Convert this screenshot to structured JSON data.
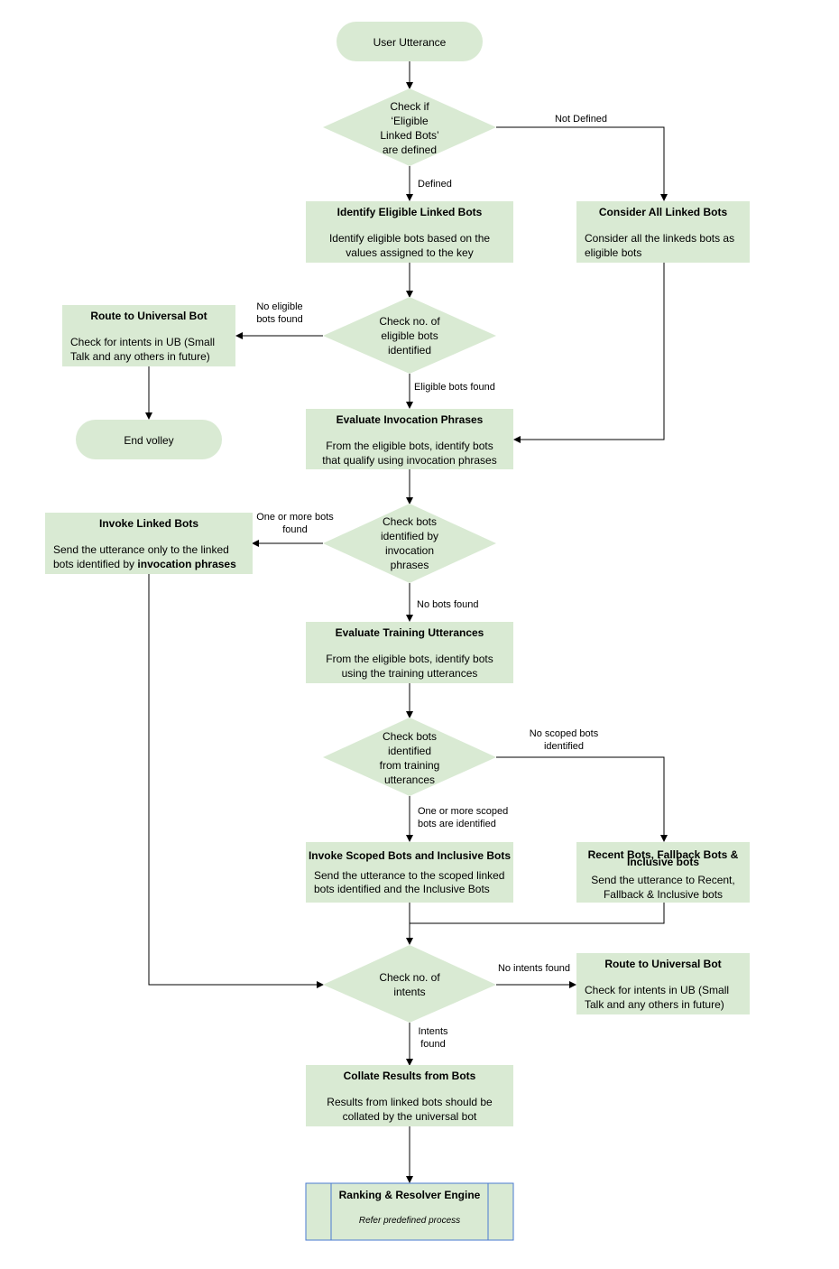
{
  "nodes": {
    "start": {
      "text": "User Utterance"
    },
    "check_defined": {
      "lines": [
        "Check if",
        "‘Eligible",
        "Linked Bots’",
        "are defined"
      ]
    },
    "identify_eligible": {
      "title": "Identify Eligible Linked Bots",
      "desc": [
        "Identify eligible bots based on the",
        "values assigned to the key"
      ]
    },
    "consider_all": {
      "title": "Consider All Linked Bots",
      "desc": [
        "Consider all the linkeds bots as",
        "eligible bots"
      ]
    },
    "check_count": {
      "lines": [
        "Check no. of",
        "eligible bots",
        "identified"
      ]
    },
    "route_ub_1": {
      "title": "Route to Universal Bot",
      "desc": [
        "Check for intents in UB (Small",
        "Talk  and any others in future)"
      ]
    },
    "end_volley": {
      "text": "End volley"
    },
    "eval_invocation": {
      "title": "Evaluate Invocation Phrases",
      "desc": [
        "From the eligible bots, identify bots",
        "that qualify using invocation phrases"
      ]
    },
    "check_invocation": {
      "lines": [
        "Check bots",
        "identified by",
        "invocation",
        "phrases"
      ]
    },
    "invoke_linked": {
      "title": "Invoke Linked Bots",
      "desc_line1": "Send the utterance only to the linked",
      "desc_line2_pre": "bots identified by ",
      "desc_line2_bold": "invocation phrases"
    },
    "eval_training": {
      "title": "Evaluate Training Utterances",
      "desc": [
        "From the eligible bots, identify bots",
        "using the training utterances"
      ]
    },
    "check_training": {
      "lines": [
        "Check bots",
        "identified",
        "from training",
        "utterances"
      ]
    },
    "invoke_scoped": {
      "title": "Invoke Scoped Bots and Inclusive Bots",
      "desc": [
        "Send the utterance to the scoped linked",
        "bots identified and the Inclusive Bots"
      ]
    },
    "recent_fallback": {
      "title": [
        "Recent Bots, Fallback Bots &",
        "Inclusive bots"
      ],
      "desc": [
        "Send the utterance to Recent,",
        "Fallback & Inclusive bots"
      ]
    },
    "check_intents": {
      "lines": [
        "Check no. of",
        "intents"
      ]
    },
    "route_ub_2": {
      "title": "Route to Universal Bot",
      "desc": [
        "Check for intents in UB (Small",
        "Talk  and any others in future)"
      ]
    },
    "collate": {
      "title": "Collate Results from Bots",
      "desc": [
        "Results from linked bots should be",
        "collated by the universal bot"
      ]
    },
    "ranking": {
      "title": "Ranking & Resolver Engine",
      "desc": "Refer predefined process"
    }
  },
  "edges": {
    "not_defined": "Not Defined",
    "defined": "Defined",
    "no_eligible": [
      "No eligible",
      "bots found"
    ],
    "eligible_found": "Eligible bots found",
    "one_or_more": [
      "One or more bots",
      "found"
    ],
    "no_bots": "No bots found",
    "no_scoped": [
      "No scoped bots",
      "identified"
    ],
    "scoped_found": [
      "One or more scoped",
      "bots are identified"
    ],
    "no_intents": "No intents found",
    "intents_found": [
      "Intents",
      "found"
    ]
  },
  "colors": {
    "node_fill": "#d9ead3",
    "predefined_border": "#4a7bd0",
    "line": "#000000"
  }
}
